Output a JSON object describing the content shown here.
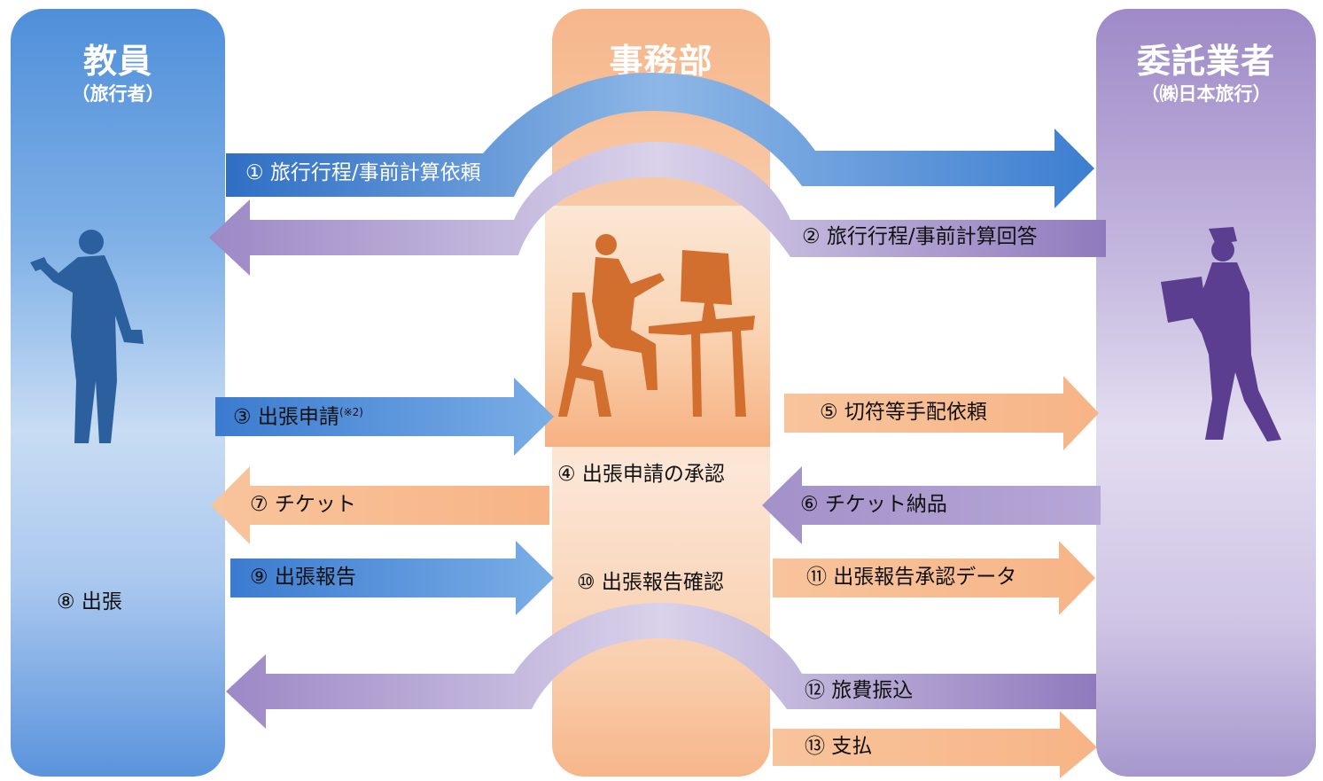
{
  "columns": {
    "left": {
      "title": "教員",
      "subtitle": "（旅行者）"
    },
    "middle": {
      "title": "事務部"
    },
    "right": {
      "title": "委託業者",
      "subtitle": "（㈱日本旅行）"
    }
  },
  "steps": {
    "s1": "① 旅行行程/事前計算依頼",
    "s2": "② 旅行行程/事前計算回答",
    "s3": "③ 出張申請",
    "s3_note": "(※2)",
    "s4": "④ 出張申請の承認",
    "s5": "⑤ 切符等手配依頼",
    "s6": "⑥ チケット納品",
    "s7": "⑦ チケット",
    "s8": "⑧ 出張",
    "s9": "⑨ 出張報告",
    "s10": "⑩ 出張報告確認",
    "s11": "⑪ 出張報告承認データ",
    "s12": "⑫ 旅費振込",
    "s13": "⑬ 支払"
  },
  "colors": {
    "blue": "#4a86d4",
    "orange": "#f6b68a",
    "purple": "#a090c4",
    "faculty_column": "#4f8fd9",
    "office_column": "#f6b68a",
    "agency_column": "#9e8ac8"
  },
  "icons": [
    "traveler-silhouette-icon",
    "office-worker-silhouette-icon",
    "courier-silhouette-icon"
  ]
}
